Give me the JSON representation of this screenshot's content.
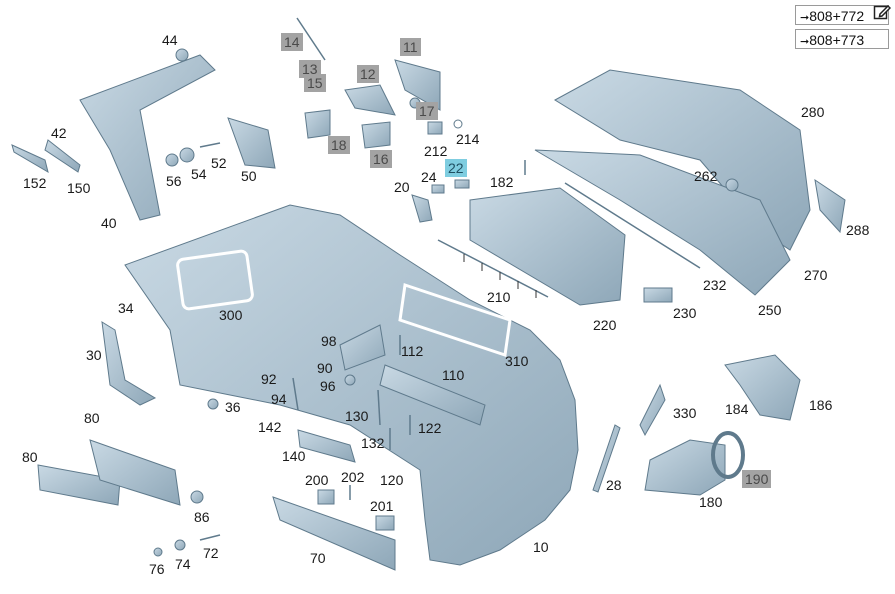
{
  "references": [
    {
      "arrow": "➞",
      "text": "808+772"
    },
    {
      "arrow": "➞",
      "text": "808+773"
    }
  ],
  "edit_icon": "edit-pencil-icon",
  "colors": {
    "part_fill": "#a8c0d0",
    "part_stroke": "#5f7a8c",
    "highlight_label": "#7fcde0",
    "grey_label": "#a3a3a3"
  },
  "parts": {
    "p10": "10",
    "p12": "12",
    "p11": "11",
    "p13": "13",
    "p14": "14",
    "p15": "15",
    "p16": "16",
    "p17": "17",
    "p18": "18",
    "p20": "20",
    "p22": "22",
    "p24": "24",
    "p28": "28",
    "p30": "30",
    "p34": "34",
    "p36": "36",
    "p40": "40",
    "p42": "42",
    "p44": "44",
    "p50": "50",
    "p52": "52",
    "p54": "54",
    "p56": "56",
    "p70": "70",
    "p72": "72",
    "p74": "74",
    "p76": "76",
    "p80a": "80",
    "p80b": "80",
    "p86": "86",
    "p90": "90",
    "p92": "92",
    "p94": "94",
    "p96": "96",
    "p98": "98",
    "p110": "110",
    "p112": "112",
    "p120": "120",
    "p122": "122",
    "p130": "130",
    "p132": "132",
    "p140": "140",
    "p142": "142",
    "p150": "150",
    "p152": "152",
    "p180": "180",
    "p182": "182",
    "p184": "184",
    "p186": "186",
    "p190": "190",
    "p200": "200",
    "p201": "201",
    "p202": "202",
    "p210": "210",
    "p212": "212",
    "p214": "214",
    "p220": "220",
    "p230": "230",
    "p232": "232",
    "p250": "250",
    "p262": "262",
    "p270": "270",
    "p280": "280",
    "p288": "288",
    "p300": "300",
    "p310": "310",
    "p330": "330"
  }
}
